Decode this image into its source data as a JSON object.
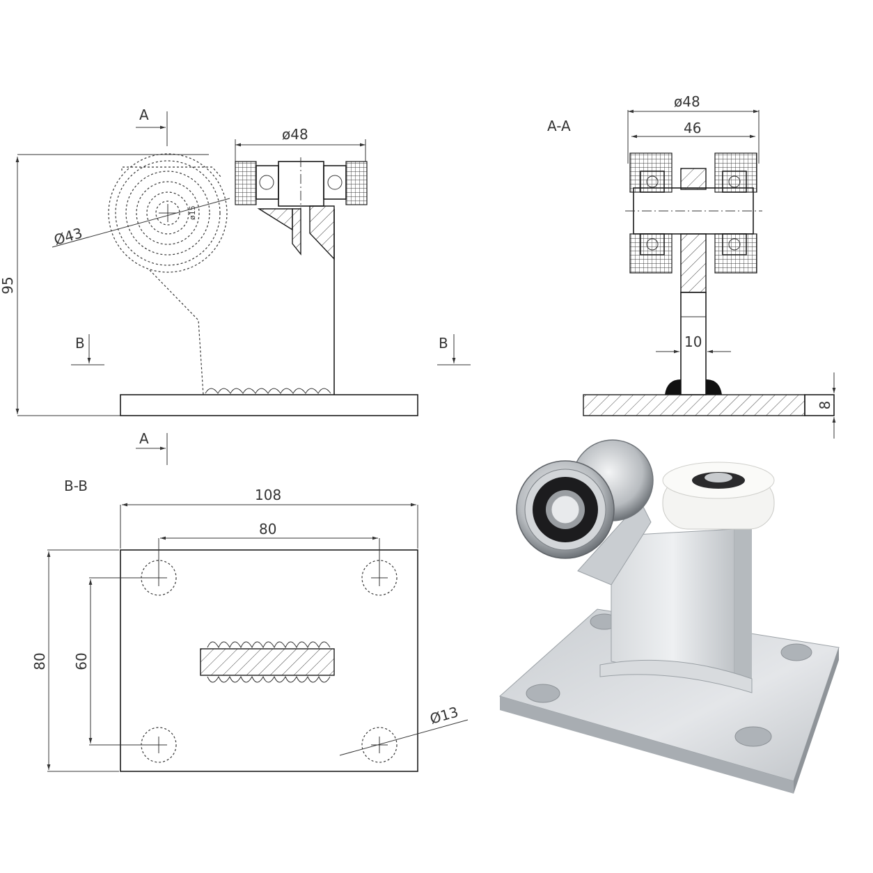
{
  "labels": {
    "section_a_top": "A",
    "section_a_bottom": "A",
    "section_b_left": "B",
    "section_b_right": "B",
    "view_aa_title": "A-A",
    "view_bb_title": "B-B"
  },
  "dimensions": {
    "side_height": "95",
    "side_roller_dia": "ø48",
    "side_wheel_dia": "Ø43",
    "side_bearing_small": "ø15",
    "aa_outer_dia": "ø48",
    "aa_width": "46",
    "aa_stem": "10",
    "aa_plate": "8",
    "bb_length": "108",
    "bb_hole_spacing_x": "80",
    "bb_height": "80",
    "bb_hole_spacing_y": "60",
    "bb_hole_dia": "Ø13"
  },
  "colors": {
    "line": "#1a1a1a",
    "steel_light": "#e6e8ea",
    "steel_mid": "#c4c8cc",
    "steel_dark": "#8c9196",
    "nylon": "#f4f4f2",
    "rubber": "#1c1c1e"
  }
}
